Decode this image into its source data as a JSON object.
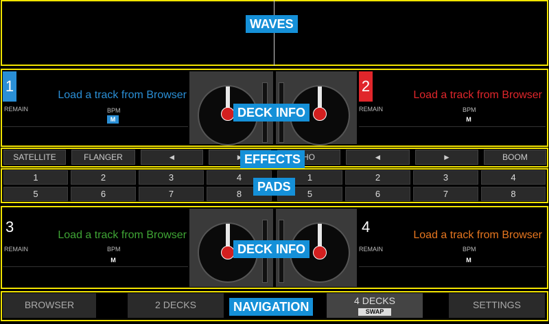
{
  "labels": {
    "waves": "WAVES",
    "deck_info": "DECK INFO",
    "effects": "EFFECTS",
    "pads": "PADS",
    "navigation": "NAVIGATION"
  },
  "decks": [
    {
      "number": "1",
      "load_text": "Load a track from Browser",
      "color": "#2a8fd6",
      "remain": "REMAIN",
      "bpm": "BPM",
      "mode": "M"
    },
    {
      "number": "2",
      "load_text": "Load a track from Browser",
      "color": "#e0262b",
      "remain": "REMAIN",
      "bpm": "BPM",
      "mode": "M"
    },
    {
      "number": "3",
      "load_text": "Load a track from Browser",
      "color": "#3fa535",
      "remain": "REMAIN",
      "bpm": "BPM",
      "mode": "M"
    },
    {
      "number": "4",
      "load_text": "Load a track from Browser",
      "color": "#e6761f",
      "remain": "REMAIN",
      "bpm": "BPM",
      "mode": "M"
    }
  ],
  "effects": [
    "SATELLITE",
    "FLANGER",
    "◄",
    "►",
    "HO",
    "◄",
    "►",
    "BOOM"
  ],
  "pads": {
    "row1": [
      "1",
      "2",
      "3",
      "4",
      "1",
      "2",
      "3",
      "4"
    ],
    "row2": [
      "5",
      "6",
      "7",
      "8",
      "5",
      "6",
      "7",
      "8"
    ]
  },
  "navigation": {
    "browser": "BROWSER",
    "two_decks": "2 DECKS",
    "four_decks": "4 DECKS",
    "swap": "SWAP",
    "settings": "SETTINGS"
  },
  "colors": {
    "highlight": "#f2e400",
    "label_bg": "#1590d8",
    "deck1": "#2a8fd6",
    "deck2": "#e0262b",
    "deck3": "#3fa535",
    "deck4": "#e6761f"
  },
  "icons": [
    "turntable-icon",
    "needle-icon"
  ]
}
